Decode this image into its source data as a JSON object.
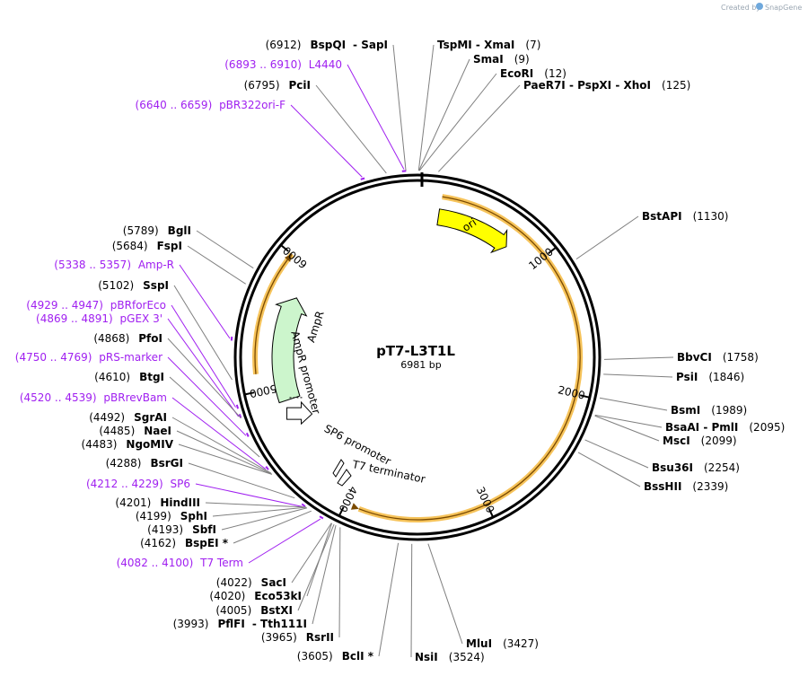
{
  "credit": {
    "prefix": "Created by",
    "brand": "SnapGene"
  },
  "plasmid": {
    "name": "pT7-L3T1L",
    "size": "6981 bp",
    "length": 6981
  },
  "colors": {
    "enzyme_text": "#000000",
    "feature_text": "#a020f0",
    "leader": "#7f7f7f",
    "ori_fill": "#ffff00",
    "ampr_fill": "#ccf5cc",
    "orf_track": "#f5b83d"
  },
  "ring_ticks": [
    "1000",
    "2000",
    "3000",
    "4000",
    "5000",
    "6000"
  ],
  "features": [
    {
      "id": "ori",
      "label": "ori",
      "start": 164,
      "end": 752
    },
    {
      "id": "ampr",
      "label": "AmpR",
      "start": 4883,
      "end": 5743
    },
    {
      "id": "ampr_promoter",
      "label": "AmpR promoter",
      "start": 4778,
      "end": 4883
    },
    {
      "id": "sp6_promoter",
      "label": "SP6 promoter",
      "start": 4210,
      "end": 4229
    },
    {
      "id": "t7_terminator",
      "label": "T7 terminator",
      "start": 4051,
      "end": 4098
    }
  ],
  "orfs": [
    {
      "id": "orf1",
      "start": 170,
      "end": 3900,
      "direction": "reverse"
    },
    {
      "id": "orf2",
      "start": 5120,
      "end": 6000,
      "direction": "forward"
    }
  ],
  "labels_left": [
    {
      "pos": "(6912)",
      "name": "BspQI",
      "name2": "SapI",
      "kind": "enzyme",
      "site": 6912
    },
    {
      "pos": "(6893 .. 6910)",
      "name": "L4440",
      "kind": "feature",
      "site": 6901
    },
    {
      "pos": "(6795)",
      "name": "PciI",
      "kind": "enzyme",
      "site": 6795
    },
    {
      "pos": "(6640 .. 6659)",
      "name": "pBR322ori-F",
      "kind": "feature",
      "site": 6650
    },
    {
      "pos": "(5789)",
      "name": "BglI",
      "kind": "enzyme",
      "site": 5789
    },
    {
      "pos": "(5684)",
      "name": "FspI",
      "kind": "enzyme",
      "site": 5684
    },
    {
      "pos": "(5338 .. 5357)",
      "name": "Amp-R",
      "kind": "feature",
      "site": 5347
    },
    {
      "pos": "(5102)",
      "name": "SspI",
      "kind": "enzyme",
      "site": 5102
    },
    {
      "pos": "(4929 .. 4947)",
      "name": "pBRforEco",
      "kind": "feature",
      "site": 4938
    },
    {
      "pos": "(4869 .. 4891)",
      "name": "pGEX 3'",
      "kind": "feature",
      "site": 4880
    },
    {
      "pos": "(4868)",
      "name": "PfoI",
      "kind": "enzyme",
      "site": 4868
    },
    {
      "pos": "(4750 .. 4769)",
      "name": "pRS-marker",
      "kind": "feature",
      "site": 4760
    },
    {
      "pos": "(4610)",
      "name": "BtgI",
      "kind": "enzyme",
      "site": 4610
    },
    {
      "pos": "(4520 .. 4539)",
      "name": "pBRrevBam",
      "kind": "feature",
      "site": 4530
    },
    {
      "pos": "(4492)",
      "name": "SgrAI",
      "kind": "enzyme",
      "site": 4492
    },
    {
      "pos": "(4485)",
      "name": "NaeI",
      "kind": "enzyme",
      "site": 4485
    },
    {
      "pos": "(4483)",
      "name": "NgoMIV",
      "kind": "enzyme",
      "site": 4483
    },
    {
      "pos": "(4288)",
      "name": "BsrGI",
      "kind": "enzyme",
      "site": 4288
    },
    {
      "pos": "(4212 .. 4229)",
      "name": "SP6",
      "kind": "feature",
      "site": 4220
    },
    {
      "pos": "(4201)",
      "name": "HindIII",
      "kind": "enzyme",
      "site": 4201
    },
    {
      "pos": "(4199)",
      "name": "SphI",
      "kind": "enzyme",
      "site": 4199
    },
    {
      "pos": "(4193)",
      "name": "SbfI",
      "kind": "enzyme",
      "site": 4193
    },
    {
      "pos": "(4162)",
      "name": "BspEI",
      "star": "*",
      "kind": "enzyme",
      "site": 4162
    },
    {
      "pos": "(4082 .. 4100)",
      "name": "T7 Term",
      "kind": "feature",
      "site": 4091
    },
    {
      "pos": "(4022)",
      "name": "SacI",
      "kind": "enzyme",
      "site": 4022
    },
    {
      "pos": "(4020)",
      "name": "Eco53kI",
      "kind": "enzyme",
      "site": 4020
    },
    {
      "pos": "(4005)",
      "name": "BstXI",
      "kind": "enzyme",
      "site": 4005
    },
    {
      "pos": "(3993)",
      "name": "PflFI",
      "name2": "Tth111I",
      "kind": "enzyme",
      "site": 3993
    },
    {
      "pos": "(3965)",
      "name": "RsrII",
      "kind": "enzyme",
      "site": 3965
    },
    {
      "pos": "(3605)",
      "name": "BclI",
      "star": "*",
      "kind": "enzyme",
      "site": 3605
    }
  ],
  "labels_right": [
    {
      "name": "TspMI",
      "name2": "XmaI",
      "pos": "(7)",
      "kind": "enzyme",
      "site": 7
    },
    {
      "name": "SmaI",
      "pos": "(9)",
      "kind": "enzyme",
      "site": 9
    },
    {
      "name": "EcoRI",
      "pos": "(12)",
      "kind": "enzyme",
      "site": 12
    },
    {
      "name": "PaeR7I",
      "name2": "PspXI",
      "name3": "XhoI",
      "pos": "(125)",
      "kind": "enzyme",
      "site": 125
    },
    {
      "name": "BstAPI",
      "pos": "(1130)",
      "kind": "enzyme",
      "site": 1130
    },
    {
      "name": "BbvCI",
      "pos": "(1758)",
      "kind": "enzyme",
      "site": 1758
    },
    {
      "name": "PsiI",
      "pos": "(1846)",
      "kind": "enzyme",
      "site": 1846
    },
    {
      "name": "BsmI",
      "pos": "(1989)",
      "kind": "enzyme",
      "site": 1989
    },
    {
      "name": "BsaAI",
      "name2": "PmlI",
      "pos": "(2095)",
      "kind": "enzyme",
      "site": 2095
    },
    {
      "name": "MscI",
      "pos": "(2099)",
      "kind": "enzyme",
      "site": 2099
    },
    {
      "name": "Bsu36I",
      "pos": "(2254)",
      "kind": "enzyme",
      "site": 2254
    },
    {
      "name": "BssHII",
      "pos": "(2339)",
      "kind": "enzyme",
      "site": 2339
    },
    {
      "name": "MluI",
      "pos": "(3427)",
      "kind": "enzyme",
      "site": 3427
    },
    {
      "name": "NsiI",
      "pos": "(3524)",
      "kind": "enzyme",
      "site": 3524
    }
  ]
}
